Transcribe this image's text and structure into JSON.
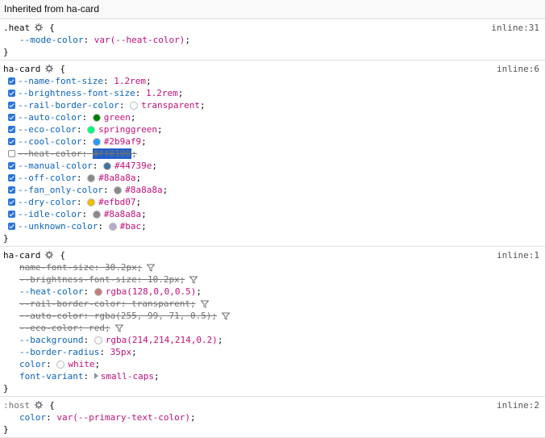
{
  "header": "Inherited from ha-card",
  "rules": [
    {
      "selector": ".heat",
      "source": "inline:31",
      "decls": [
        {
          "name": "--mode-color",
          "value": "var(--heat-color)"
        }
      ]
    },
    {
      "selector": "ha-card",
      "source": "inline:6",
      "decls": [
        {
          "name": "--name-font-size",
          "value": "1.2rem",
          "checked": true
        },
        {
          "name": "--brightness-font-size",
          "value": "1.2rem",
          "checked": true
        },
        {
          "name": "--rail-border-color",
          "value": "transparent",
          "checked": true,
          "swatch": "transparent"
        },
        {
          "name": "--auto-color",
          "value": "green",
          "checked": true,
          "swatch": "#008000"
        },
        {
          "name": "--eco-color",
          "value": "springgreen",
          "checked": true,
          "swatch": "#00ff7f"
        },
        {
          "name": "--cool-color",
          "value": "#2b9af9",
          "checked": true,
          "swatch": "#2b9af9"
        },
        {
          "name": "--heat-color",
          "value": "#ff8100",
          "checked": false,
          "strike": true,
          "highlight": true
        },
        {
          "name": "--manual-color",
          "value": "#44739e",
          "checked": true,
          "swatch": "#44739e"
        },
        {
          "name": "--off-color",
          "value": "#8a8a8a",
          "checked": true,
          "swatch": "#8a8a8a"
        },
        {
          "name": "--fan_only-color",
          "value": "#8a8a8a",
          "checked": true,
          "swatch": "#8a8a8a"
        },
        {
          "name": "--dry-color",
          "value": "#efbd07",
          "checked": true,
          "swatch": "#efbd07"
        },
        {
          "name": "--idle-color",
          "value": "#8a8a8a",
          "checked": true,
          "swatch": "#8a8a8a"
        },
        {
          "name": "--unknown-color",
          "value": "#bac",
          "checked": true,
          "swatch": "#bbaacc"
        }
      ]
    },
    {
      "selector": "ha-card",
      "source": "inline:1",
      "decls": [
        {
          "name": "name-font-size",
          "value": "30.2px",
          "strike": true,
          "filter": true
        },
        {
          "name": "--brightness-font-size",
          "value": "10.2px",
          "strike": true,
          "filter": true
        },
        {
          "name": "--heat-color",
          "value": "rgba(128,0,0,0.5)",
          "swatch": "rgba(128,0,0,0.5)"
        },
        {
          "name": "--rail-border-color",
          "value": "transparent",
          "strike": true,
          "filter": true
        },
        {
          "name": "--auto-color",
          "value": "rgba(255, 99, 71, 0.5)",
          "strike": true,
          "filter": true
        },
        {
          "name": "--eco-color",
          "value": "red",
          "strike": true,
          "filter": true
        },
        {
          "name": "--background",
          "value": "rgba(214,214,214,0.2)",
          "swatch": "rgba(214,214,214,0.2)"
        },
        {
          "name": "--border-radius",
          "value": "35px"
        },
        {
          "name": "color",
          "value": "white",
          "swatch": "#ffffff"
        },
        {
          "name": "font-variant",
          "value": "small-caps",
          "expander": true
        }
      ]
    },
    {
      "selector": ":host",
      "source": "inline:2",
      "dim": true,
      "decls": [
        {
          "name": "color",
          "value": "var(--primary-text-color)"
        }
      ]
    }
  ]
}
